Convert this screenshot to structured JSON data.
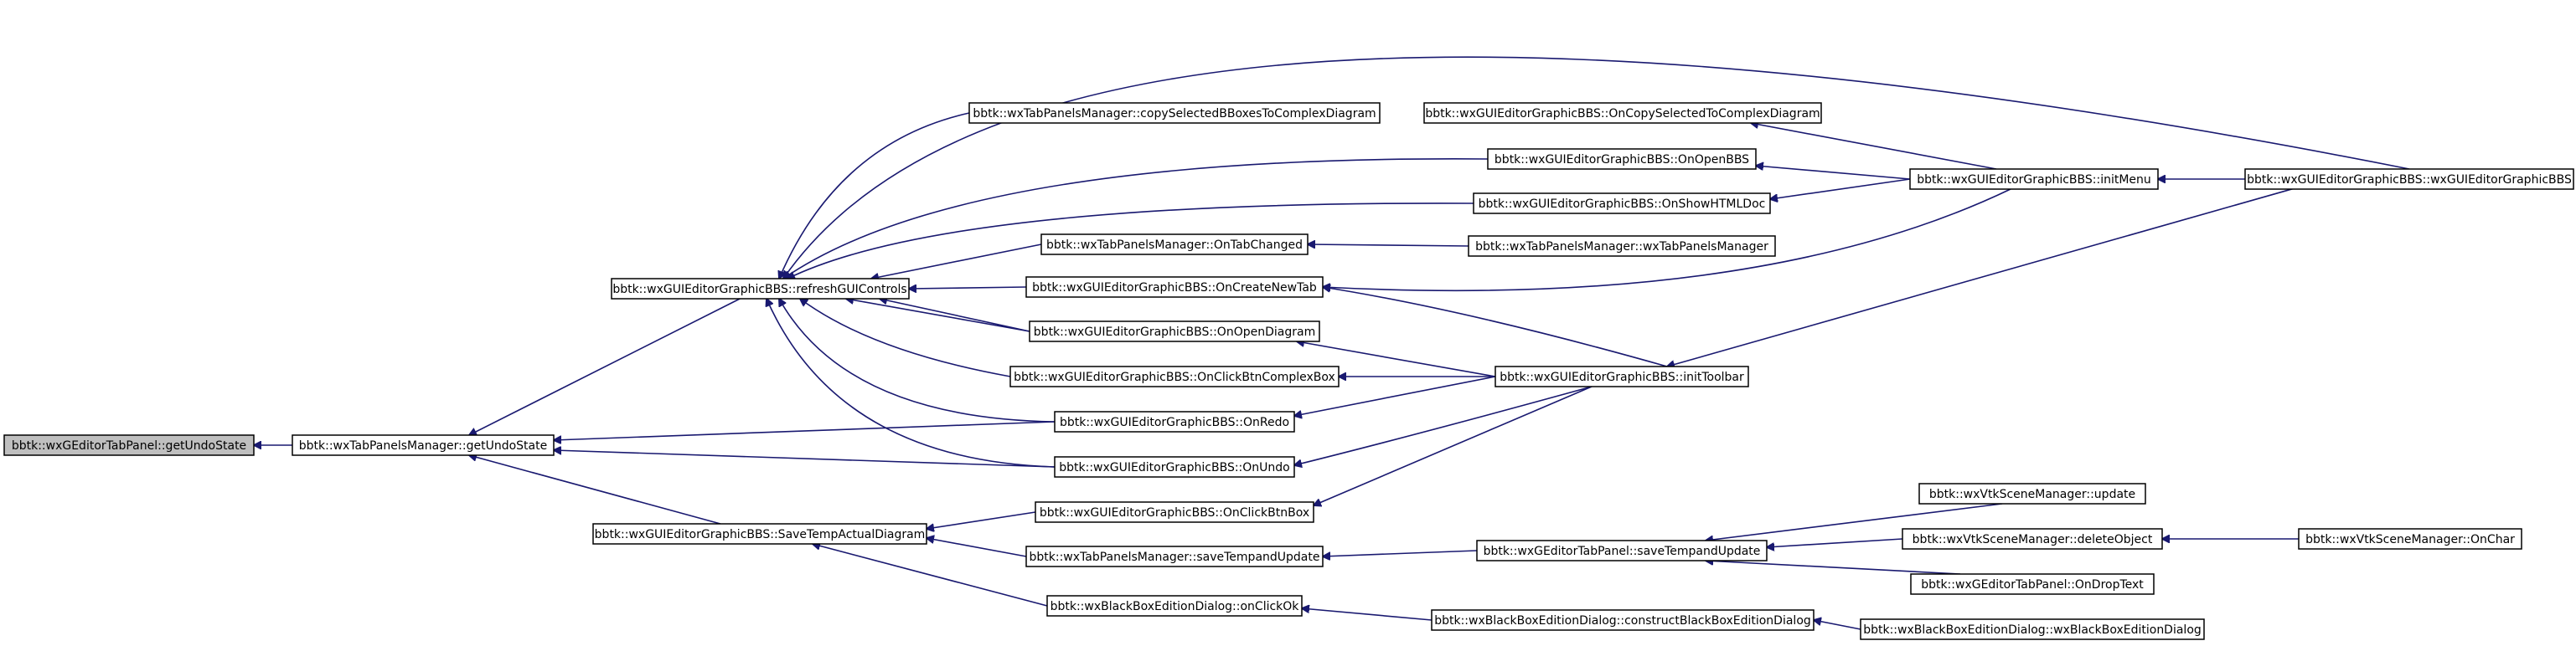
{
  "diagram": {
    "kind": "caller-graph",
    "colors": {
      "edge": "#191970",
      "root_fill": "#bfbfbf",
      "node_fill": "#ffffff",
      "border": "#000000"
    },
    "nodes": [
      {
        "id": "n0",
        "label": "bbtk::wxGEditorTabPanel::getUndoState",
        "root": true
      },
      {
        "id": "n1",
        "label": "bbtk::wxTabPanelsManager::getUndoState"
      },
      {
        "id": "n2",
        "label": "bbtk::wxGUIEditorGraphicBBS::refreshGUIControls"
      },
      {
        "id": "n3",
        "label": "bbtk::wxGUIEditorGraphicBBS::SaveTempActualDiagram"
      },
      {
        "id": "n4",
        "label": "bbtk::wxTabPanelsManager::copySelectedBBoxesToComplexDiagram"
      },
      {
        "id": "n5",
        "label": "bbtk::wxGUIEditorGraphicBBS::OnCopySelectedToComplexDiagram"
      },
      {
        "id": "n6",
        "label": "bbtk::wxGUIEditorGraphicBBS::OnOpenBBS"
      },
      {
        "id": "n7",
        "label": "bbtk::wxGUIEditorGraphicBBS::OnShowHTMLDoc"
      },
      {
        "id": "n8",
        "label": "bbtk::wxTabPanelsManager::OnTabChanged"
      },
      {
        "id": "n9",
        "label": "bbtk::wxTabPanelsManager::wxTabPanelsManager"
      },
      {
        "id": "n10",
        "label": "bbtk::wxGUIEditorGraphicBBS::OnCreateNewTab"
      },
      {
        "id": "n11",
        "label": "bbtk::wxGUIEditorGraphicBBS::OnOpenDiagram"
      },
      {
        "id": "n12",
        "label": "bbtk::wxGUIEditorGraphicBBS::OnClickBtnComplexBox"
      },
      {
        "id": "n13",
        "label": "bbtk::wxGUIEditorGraphicBBS::OnRedo"
      },
      {
        "id": "n14",
        "label": "bbtk::wxGUIEditorGraphicBBS::OnUndo"
      },
      {
        "id": "n15",
        "label": "bbtk::wxGUIEditorGraphicBBS::OnClickBtnBox"
      },
      {
        "id": "n16",
        "label": "bbtk::wxTabPanelsManager::saveTempandUpdate"
      },
      {
        "id": "n17",
        "label": "bbtk::wxBlackBoxEditionDialog::onClickOk"
      },
      {
        "id": "n18",
        "label": "bbtk::wxGUIEditorGraphicBBS::initMenu"
      },
      {
        "id": "n19",
        "label": "bbtk::wxGUIEditorGraphicBBS::initToolbar"
      },
      {
        "id": "n20",
        "label": "bbtk::wxGEditorTabPanel::saveTempandUpdate"
      },
      {
        "id": "n21",
        "label": "bbtk::wxBlackBoxEditionDialog::constructBlackBoxEditionDialog"
      },
      {
        "id": "n22",
        "label": "bbtk::wxGUIEditorGraphicBBS::wxGUIEditorGraphicBBS"
      },
      {
        "id": "n23",
        "label": "bbtk::wxVtkSceneManager::update"
      },
      {
        "id": "n24",
        "label": "bbtk::wxVtkSceneManager::deleteObject"
      },
      {
        "id": "n25",
        "label": "bbtk::wxGEditorTabPanel::OnDropText"
      },
      {
        "id": "n26",
        "label": "bbtk::wxBlackBoxEditionDialog::wxBlackBoxEditionDialog"
      },
      {
        "id": "n27",
        "label": "bbtk::wxVtkSceneManager::OnChar"
      }
    ],
    "edges": [
      {
        "from": "n1",
        "to": "n0"
      },
      {
        "from": "n2",
        "to": "n1"
      },
      {
        "from": "n3",
        "to": "n1"
      },
      {
        "from": "n13",
        "to": "n1"
      },
      {
        "from": "n14",
        "to": "n1"
      },
      {
        "from": "n4",
        "to": "n2"
      },
      {
        "from": "n6",
        "to": "n2"
      },
      {
        "from": "n7",
        "to": "n2"
      },
      {
        "from": "n8",
        "to": "n2"
      },
      {
        "from": "n10",
        "to": "n2"
      },
      {
        "from": "n11",
        "to": "n2"
      },
      {
        "from": "n12",
        "to": "n2"
      },
      {
        "from": "n13",
        "to": "n2"
      },
      {
        "from": "n14",
        "to": "n2"
      },
      {
        "from": "n22",
        "to": "n2"
      },
      {
        "from": "n15",
        "to": "n3"
      },
      {
        "from": "n16",
        "to": "n3"
      },
      {
        "from": "n17",
        "to": "n3"
      },
      {
        "from": "n5",
        "to": "n4"
      },
      {
        "from": "n18",
        "to": "n5"
      },
      {
        "from": "n18",
        "to": "n6"
      },
      {
        "from": "n18",
        "to": "n7"
      },
      {
        "from": "n9",
        "to": "n8"
      },
      {
        "from": "n18",
        "to": "n10"
      },
      {
        "from": "n19",
        "to": "n10"
      },
      {
        "from": "n19",
        "to": "n11"
      },
      {
        "from": "n19",
        "to": "n12"
      },
      {
        "from": "n19",
        "to": "n13"
      },
      {
        "from": "n19",
        "to": "n14"
      },
      {
        "from": "n19",
        "to": "n15"
      },
      {
        "from": "n20",
        "to": "n16"
      },
      {
        "from": "n21",
        "to": "n17"
      },
      {
        "from": "n22",
        "to": "n18"
      },
      {
        "from": "n22",
        "to": "n19"
      },
      {
        "from": "n23",
        "to": "n20"
      },
      {
        "from": "n24",
        "to": "n20"
      },
      {
        "from": "n25",
        "to": "n20"
      },
      {
        "from": "n26",
        "to": "n21"
      },
      {
        "from": "n27",
        "to": "n24"
      }
    ]
  }
}
